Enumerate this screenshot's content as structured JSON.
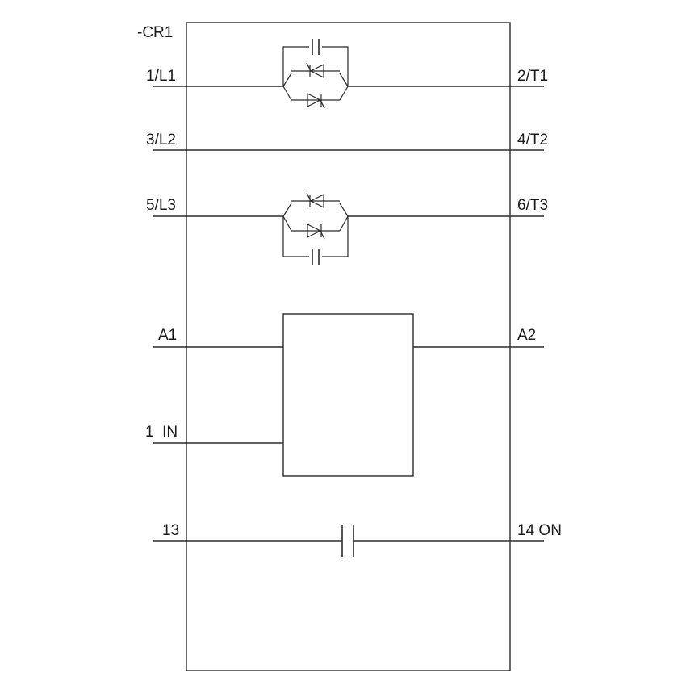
{
  "device_tag": "-CR1",
  "terminals": {
    "l1": "1/L1",
    "t1": "2/T1",
    "l2": "3/L2",
    "t2": "4/T2",
    "l3": "5/L3",
    "t3": "6/T3",
    "a1": "A1",
    "a2": "A2",
    "in": "1  IN",
    "aux_in": "13",
    "aux_out": "14 ON"
  },
  "colors": {
    "line": "#2a2a2a",
    "text": "#1a1a1a",
    "background": "#ffffff"
  }
}
